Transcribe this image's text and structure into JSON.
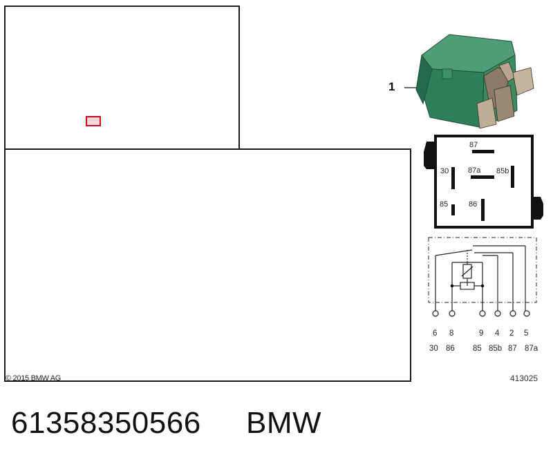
{
  "callout": {
    "label": "1"
  },
  "pinout": {
    "labels": [
      "87",
      "30",
      "87a",
      "85b",
      "85",
      "86"
    ]
  },
  "schematic": {
    "pin_numbers": [
      "6",
      "8",
      "9",
      "4",
      "2",
      "5"
    ],
    "terminal_names": [
      "30",
      "86",
      "85",
      "85b",
      "87",
      "87a"
    ]
  },
  "footer": {
    "copyright": "© 2015 BMW AG",
    "figure_id": "413025",
    "part_number": "61358350566",
    "brand": "BMW"
  },
  "colors": {
    "relay_body": "#2e7d5b",
    "marker": "#d0021b"
  }
}
